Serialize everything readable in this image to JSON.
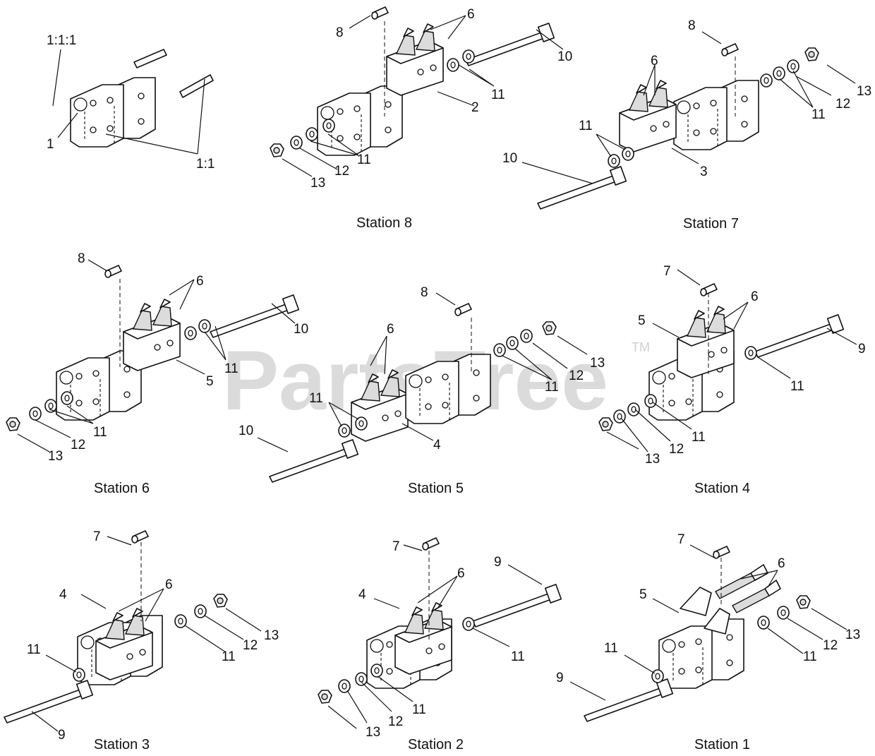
{
  "watermark": {
    "text": "PartsTree",
    "trademark": "TM"
  },
  "callouts": {
    "detail": [
      "1:1:1",
      "1",
      "1:1"
    ],
    "station8": [
      "8",
      "6",
      "10",
      "11",
      "2",
      "11",
      "12",
      "13"
    ],
    "station7": [
      "8",
      "6",
      "11",
      "12",
      "13",
      "11",
      "3",
      "10"
    ],
    "station6": [
      "8",
      "6",
      "10",
      "11",
      "5",
      "11",
      "12",
      "13"
    ],
    "station5": [
      "8",
      "6",
      "11",
      "4",
      "10",
      "13",
      "12",
      "11"
    ],
    "station4": [
      "7",
      "6",
      "5",
      "9",
      "11",
      "11",
      "12",
      "13"
    ],
    "station3": [
      "7",
      "6",
      "4",
      "13",
      "12",
      "11",
      "11",
      "9"
    ],
    "station2": [
      "7",
      "6",
      "4",
      "9",
      "11",
      "11",
      "12",
      "13"
    ],
    "station1": [
      "7",
      "6",
      "5",
      "13",
      "12",
      "11",
      "11",
      "9"
    ]
  },
  "stations": [
    "Station 8",
    "Station 7",
    "Station 6",
    "Station 5",
    "Station 4",
    "Station 3",
    "Station 2",
    "Station 1"
  ]
}
